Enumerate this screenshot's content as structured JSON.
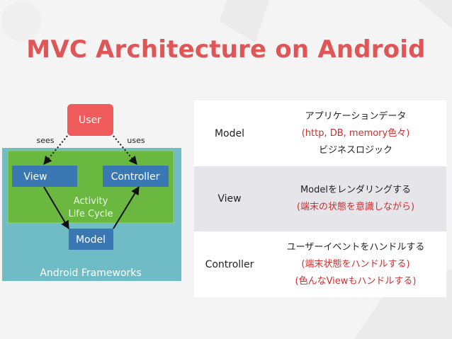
{
  "title": "MVC Architecture on Android",
  "diagram": {
    "user": "User",
    "sees": "sees",
    "uses": "uses",
    "view": "View",
    "controller": "Controller",
    "activity_line1": "Activity",
    "activity_line2": "Life Cycle",
    "model": "Model",
    "frameworks": "Android Frameworks"
  },
  "table": {
    "rows": [
      {
        "name": "Model",
        "lines": [
          "アプリケーションデータ",
          "(http, DB, memory色々)",
          "ビジネスロジック"
        ]
      },
      {
        "name": "View",
        "lines": [
          "Modelをレンダリングする",
          "(端末の状態を意識しながら)"
        ]
      },
      {
        "name": "Controller",
        "lines": [
          "ユーザーイベントをハンドルする",
          "(端末状態をハンドルする)",
          "(色んなViewもハンドルする)"
        ]
      }
    ]
  },
  "colors": {
    "title": "#e05555",
    "user_box": "#ef5b5b",
    "frameworks_box": "#6fbcc7",
    "activity_box": "#6ab840",
    "component_box": "#3a78b4",
    "highlight_text": "#cc2e2e"
  }
}
